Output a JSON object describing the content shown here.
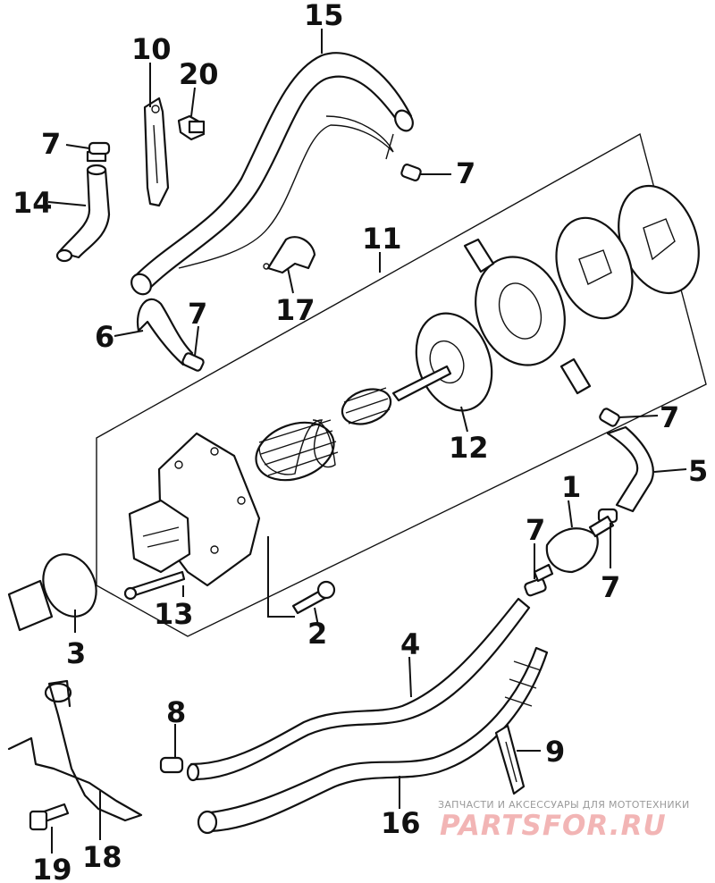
{
  "callouts": [
    "1",
    "2",
    "3",
    "4",
    "5",
    "6",
    "7",
    "8",
    "9",
    "10",
    "11",
    "12",
    "13",
    "14",
    "15",
    "16",
    "17",
    "18",
    "19",
    "20"
  ],
  "watermark": {
    "subtitle": "ЗАПЧАСТИ И АКСЕССУАРЫ ДЛЯ МОТОТЕХНИКИ",
    "logo_text": "PARTSFOR.RU",
    "logo_color": "#f2b5b5"
  },
  "colors": {
    "line": "#111111",
    "background": "#ffffff"
  }
}
